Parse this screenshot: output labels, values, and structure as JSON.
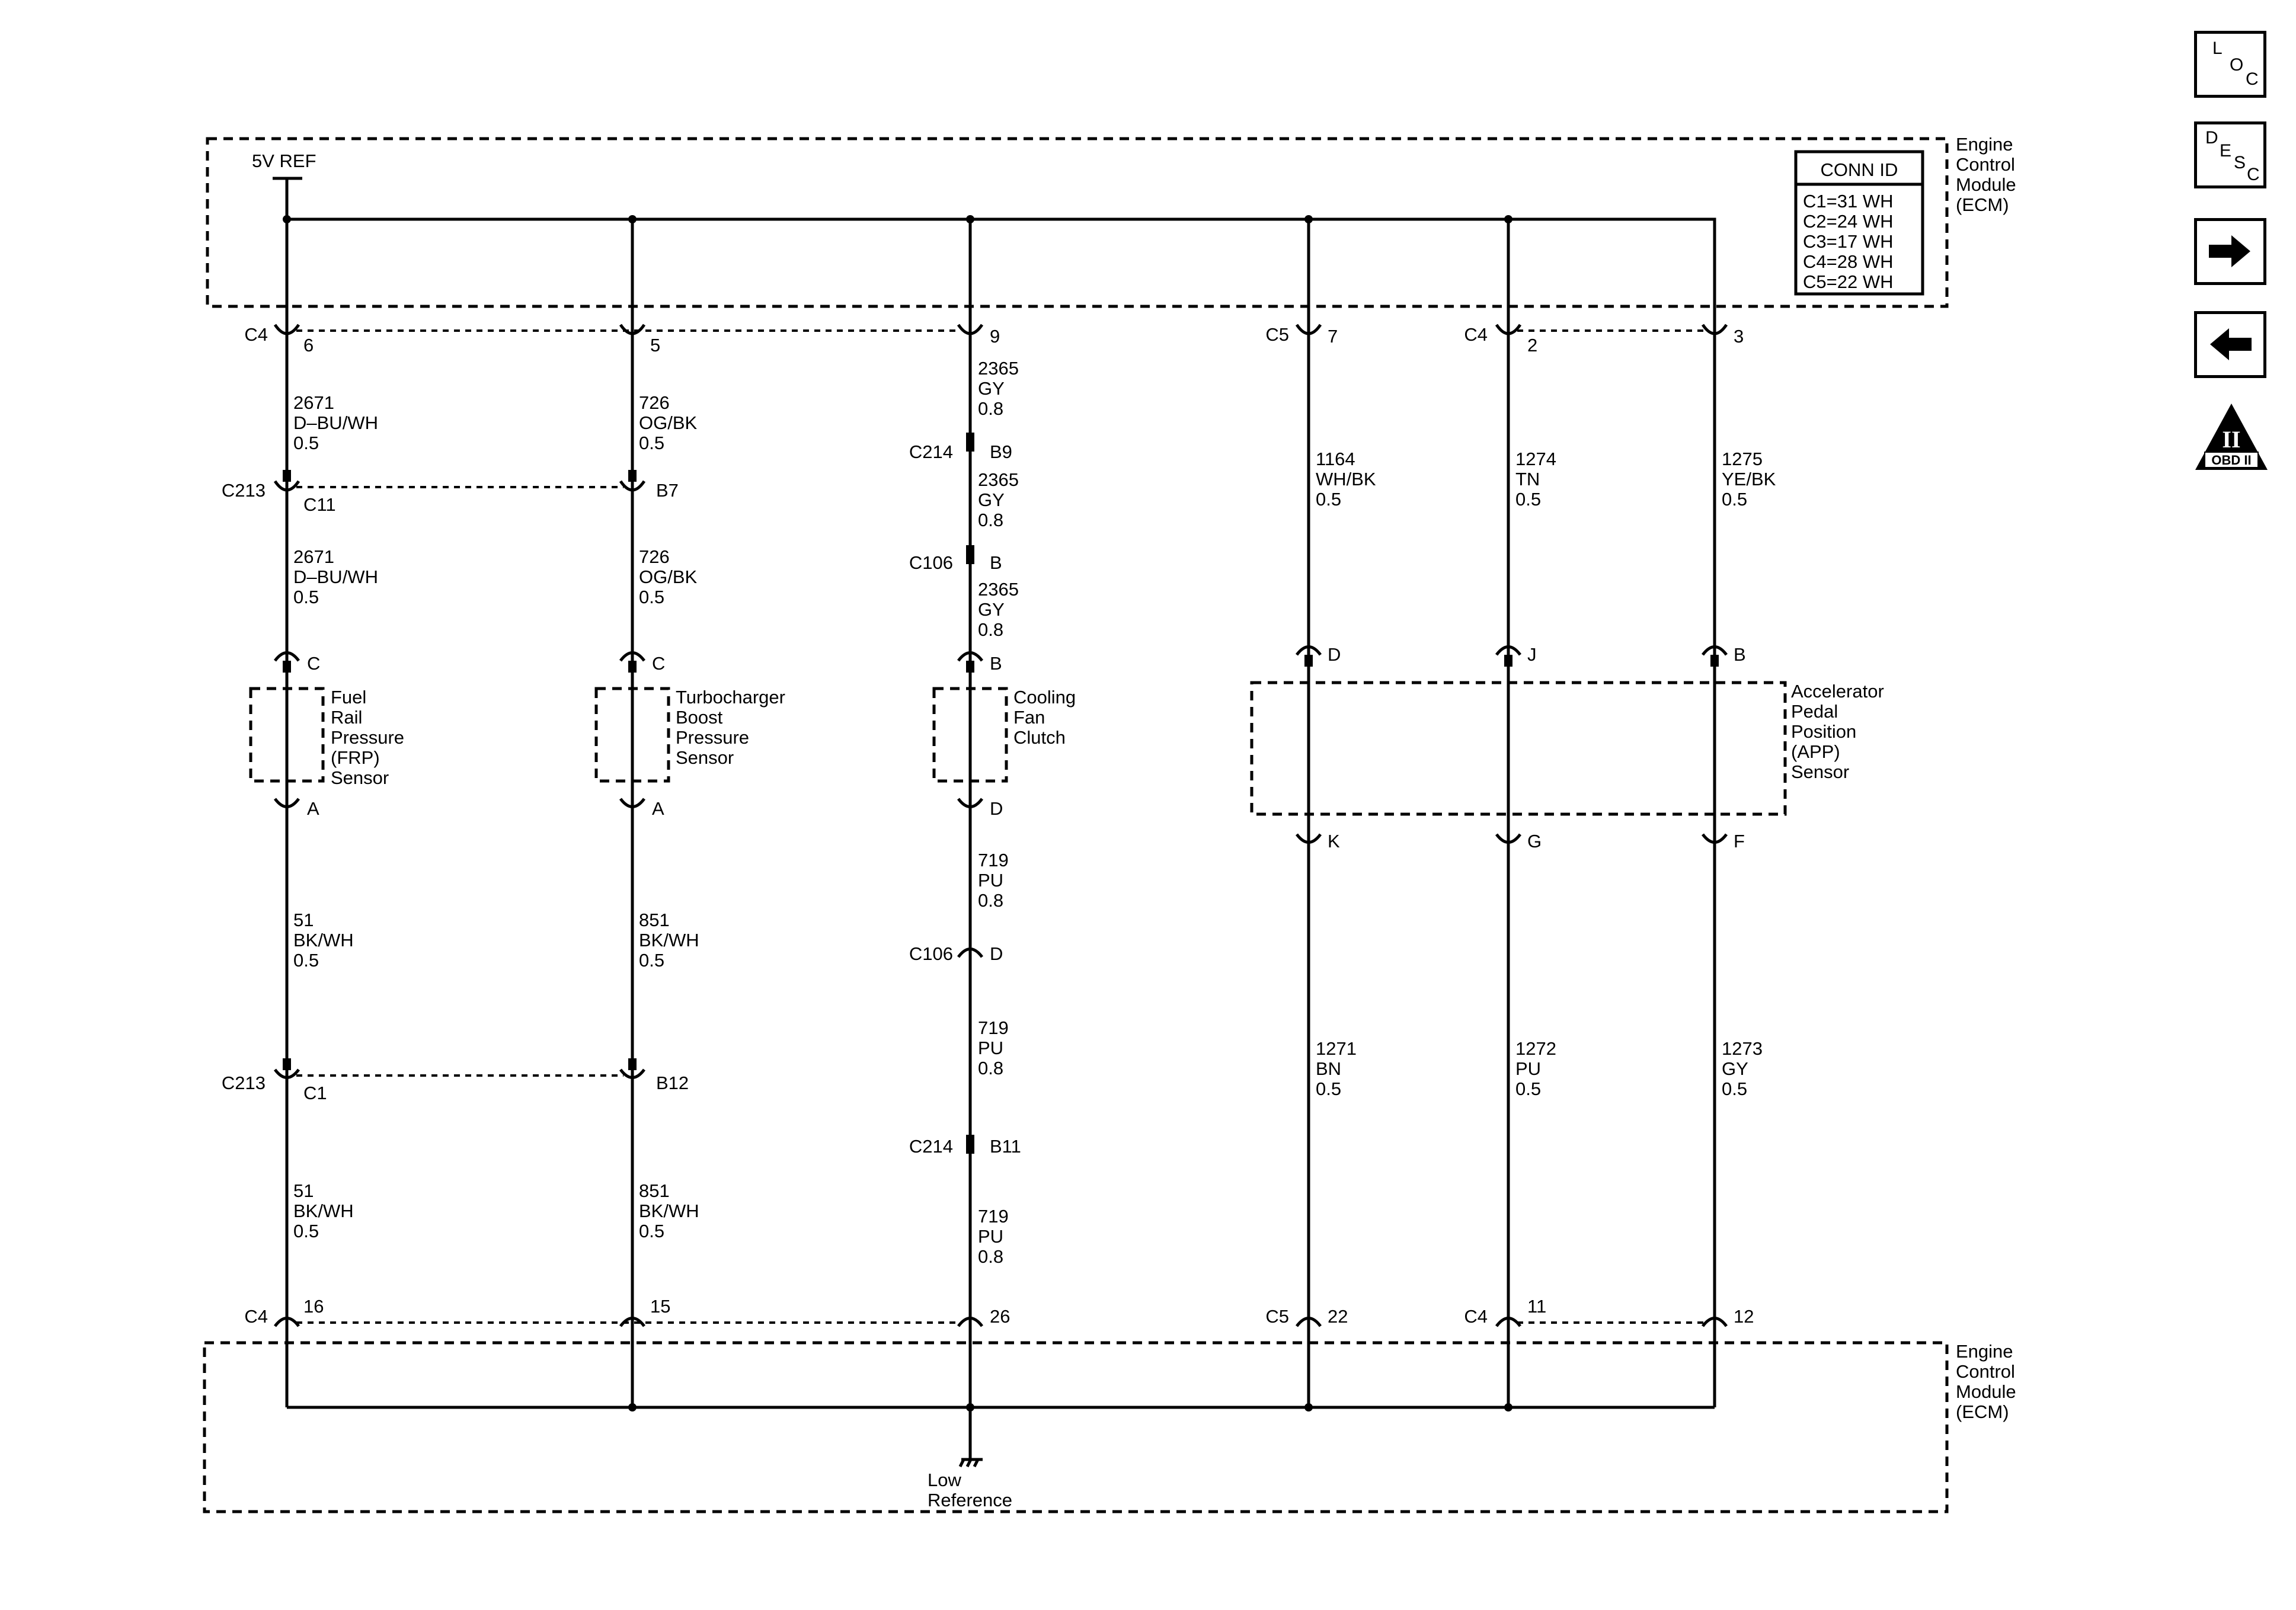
{
  "modules": {
    "top": {
      "lines": [
        "Engine",
        "Control",
        "Module",
        "(ECM)"
      ],
      "supply_label": "5V REF"
    },
    "bottom": {
      "lines": [
        "Engine",
        "Control",
        "Module",
        "(ECM)"
      ],
      "ground_label_lines": [
        "Low",
        "Reference"
      ]
    }
  },
  "conn_id": {
    "title": "CONN ID",
    "rows": [
      "C1=31 WH",
      "C2=24 WH",
      "C3=17 WH",
      "C4=28 WH",
      "C5=22 WH"
    ]
  },
  "ecm_top_pins": [
    {
      "connector": "C4",
      "pin": "6"
    },
    {
      "connector": "",
      "pin": "5"
    },
    {
      "connector": "",
      "pin": "9"
    },
    {
      "connector": "C5",
      "pin": "7"
    },
    {
      "connector": "C4",
      "pin": "2"
    },
    {
      "connector": "",
      "pin": "3"
    }
  ],
  "ecm_bottom_pins": [
    {
      "connector": "C4",
      "pin": "16"
    },
    {
      "connector": "",
      "pin": "15"
    },
    {
      "connector": "",
      "pin": "26"
    },
    {
      "connector": "C5",
      "pin": "22"
    },
    {
      "connector": "C4",
      "pin": "11"
    },
    {
      "connector": "",
      "pin": "12"
    }
  ],
  "inline_connectors": [
    {
      "name": "C213",
      "pin": "C11"
    },
    {
      "name": "",
      "pin": "B7"
    },
    {
      "name": "C214",
      "pin": "B9"
    },
    {
      "name": "C106",
      "pin": "B"
    },
    {
      "name": "C106",
      "pin": "D"
    },
    {
      "name": "C214",
      "pin": "B11"
    },
    {
      "name": "C213",
      "pin": "C1"
    },
    {
      "name": "",
      "pin": "B12"
    }
  ],
  "wire_labels": [
    [
      "2671",
      "D–BU/WH",
      "0.5"
    ],
    [
      "2671",
      "D–BU/WH",
      "0.5"
    ],
    [
      "726",
      "OG/BK",
      "0.5"
    ],
    [
      "726",
      "OG/BK",
      "0.5"
    ],
    [
      "2365",
      "GY",
      "0.8"
    ],
    [
      "2365",
      "GY",
      "0.8"
    ],
    [
      "2365",
      "GY",
      "0.8"
    ],
    [
      "1164",
      "WH/BK",
      "0.5"
    ],
    [
      "1274",
      "TN",
      "0.5"
    ],
    [
      "1275",
      "YE/BK",
      "0.5"
    ],
    [
      "51",
      "BK/WH",
      "0.5"
    ],
    [
      "51",
      "BK/WH",
      "0.5"
    ],
    [
      "851",
      "BK/WH",
      "0.5"
    ],
    [
      "851",
      "BK/WH",
      "0.5"
    ],
    [
      "719",
      "PU",
      "0.8"
    ],
    [
      "719",
      "PU",
      "0.8"
    ],
    [
      "719",
      "PU",
      "0.8"
    ],
    [
      "1271",
      "BN",
      "0.5"
    ],
    [
      "1272",
      "PU",
      "0.5"
    ],
    [
      "1273",
      "GY",
      "0.5"
    ]
  ],
  "components": [
    {
      "name_lines": [
        "Fuel",
        "Rail",
        "Pressure",
        "(FRP)",
        "Sensor"
      ],
      "top_pin": "C",
      "bottom_pin": "A"
    },
    {
      "name_lines": [
        "Turbocharger",
        "Boost",
        "Pressure",
        "Sensor"
      ],
      "top_pin": "C",
      "bottom_pin": "A"
    },
    {
      "name_lines": [
        "Cooling",
        "Fan",
        "Clutch"
      ],
      "top_pin": "B",
      "bottom_pin": "D"
    },
    {
      "name_lines": [
        "Accelerator",
        "Pedal",
        "Position",
        "(APP)",
        "Sensor"
      ],
      "top_pins": [
        "D",
        "J",
        "B"
      ],
      "bottom_pins": [
        "K",
        "G",
        "F"
      ]
    }
  ],
  "nav_buttons": [
    {
      "name": "loc-button",
      "letters": [
        "L",
        "O",
        "C"
      ]
    },
    {
      "name": "desc-button",
      "letters": [
        "D",
        "E",
        "S",
        "C"
      ]
    },
    {
      "name": "next-button",
      "icon": "arrow-right-icon"
    },
    {
      "name": "prev-button",
      "icon": "arrow-left-icon"
    },
    {
      "name": "obd2-button",
      "icon": "obd-ii-icon",
      "numeral": "II",
      "label": "OBD II"
    }
  ]
}
